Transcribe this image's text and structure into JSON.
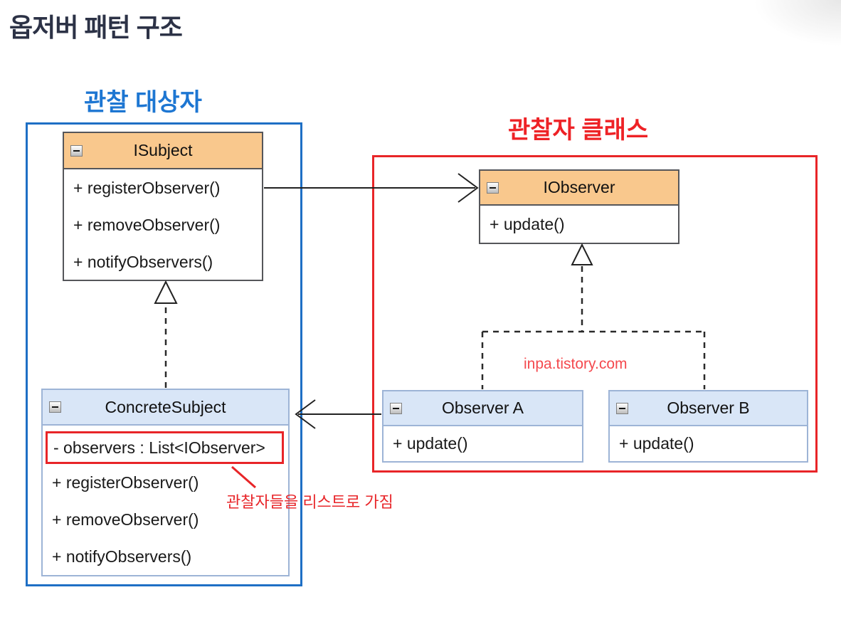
{
  "page": {
    "title": "옵저버 패턴 구조"
  },
  "groups": {
    "subject": {
      "label": "관찰 대상자",
      "border_color": "#1e6fc5",
      "label_color": "#1d76d2"
    },
    "observer": {
      "label": "관찰자 클래스",
      "border_color": "#e82528",
      "label_color": "#ee2226"
    }
  },
  "classes": {
    "isubject": {
      "name": "ISubject",
      "header_color": "#f9c88d",
      "members": [
        "+ registerObserver()",
        "+ removeObserver()",
        "+ notifyObservers()"
      ]
    },
    "iobserver": {
      "name": "IObserver",
      "header_color": "#f9c88d",
      "members": [
        "+ update()"
      ]
    },
    "concrete_subject": {
      "name": "ConcreteSubject",
      "header_color": "#d9e6f7",
      "attribute": "- observers : List<IObserver>",
      "members": [
        "+ registerObserver()",
        "+ removeObserver()",
        "+ notifyObservers()"
      ]
    },
    "observer_a": {
      "name": "Observer A",
      "header_color": "#d9e6f7",
      "members": [
        "+ update()"
      ]
    },
    "observer_b": {
      "name": "Observer B",
      "header_color": "#d9e6f7",
      "members": [
        "+ update()"
      ]
    }
  },
  "annotations": {
    "watermark": "inpa.tistory.com",
    "watermark_color": "#f4494e",
    "list_note": "관찰자들을 리스트로 가짐",
    "note_color": "#e8262a"
  }
}
